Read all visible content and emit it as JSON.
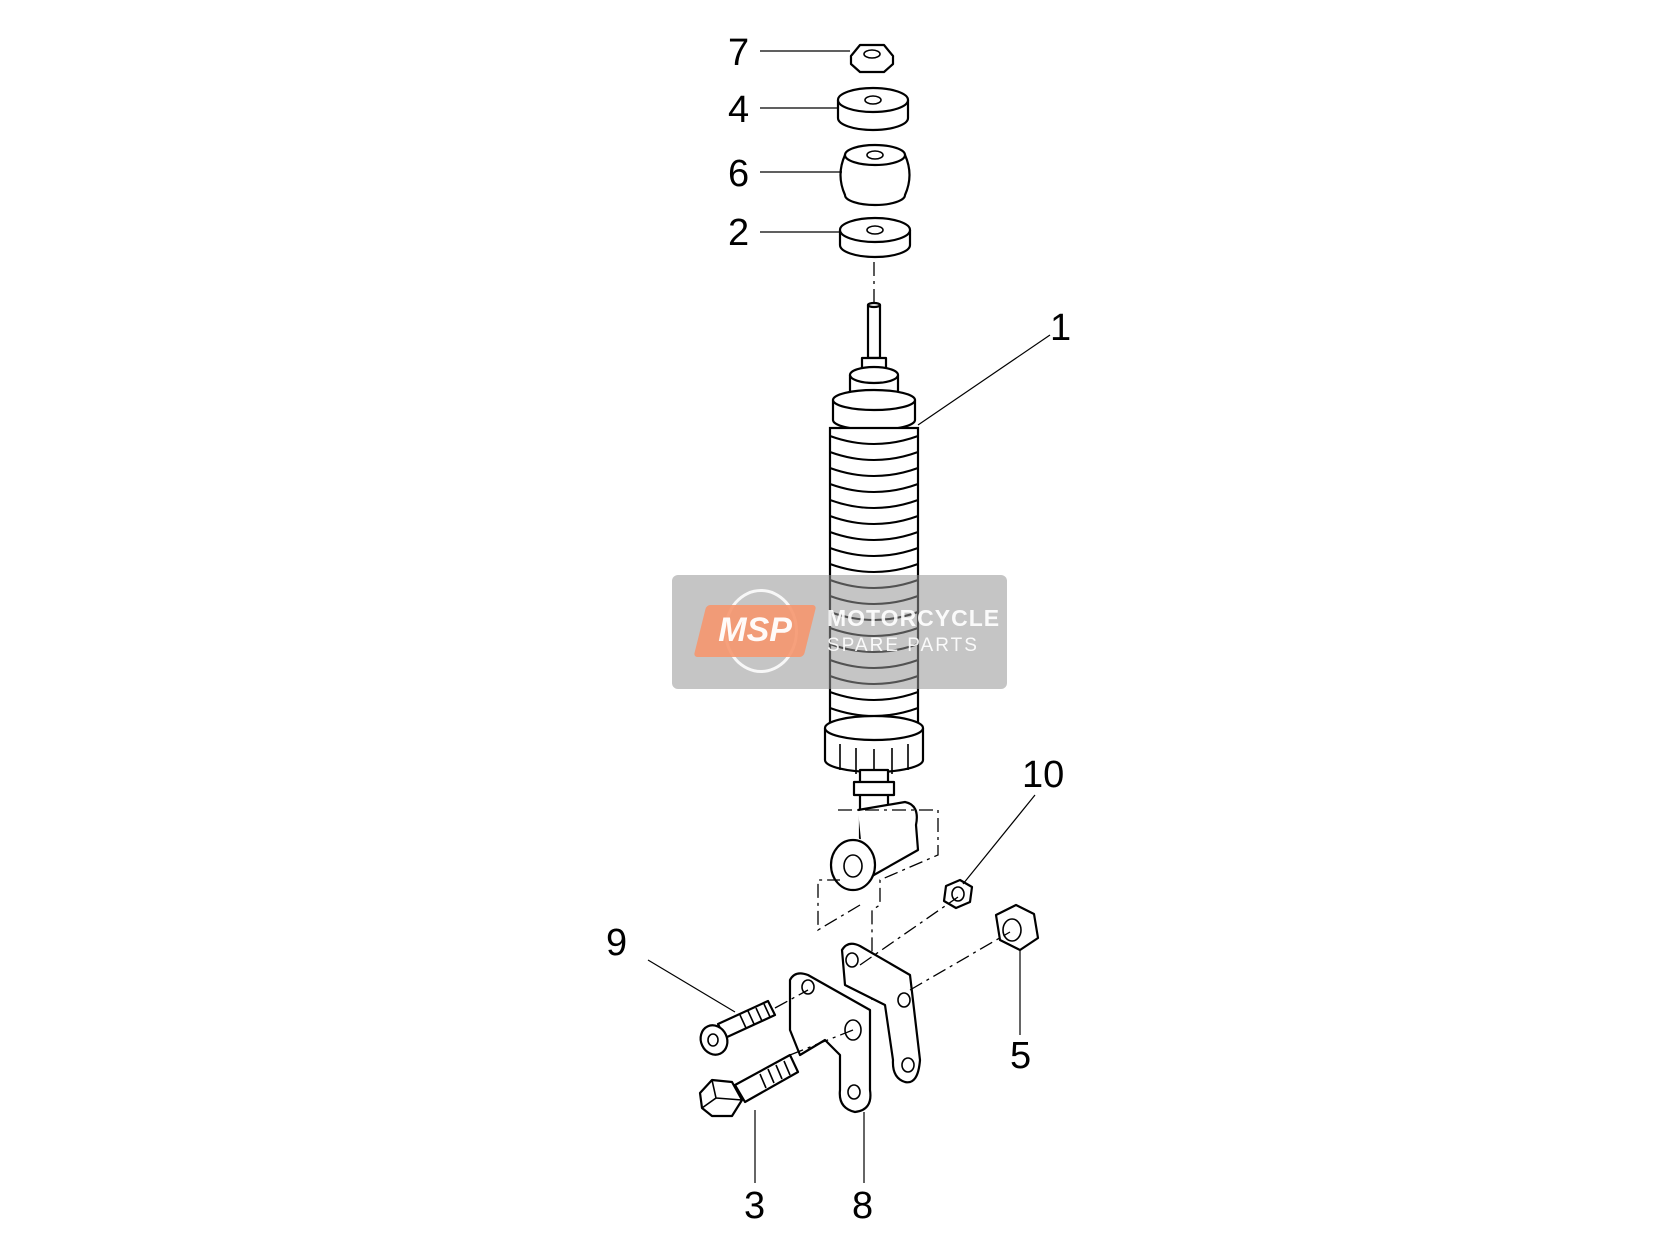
{
  "callouts": {
    "c7": "7",
    "c4": "4",
    "c6": "6",
    "c2": "2",
    "c1": "1",
    "c10": "10",
    "c9": "9",
    "c5": "5",
    "c3": "3",
    "c8": "8"
  },
  "watermark": {
    "logo": "MSP",
    "line1": "MOTORCYCLE",
    "line2": "SPARE PARTS"
  },
  "colors": {
    "line": "#000000",
    "background": "#ffffff",
    "watermark_bg": "#969696",
    "logo_accent": "#f5966e"
  }
}
